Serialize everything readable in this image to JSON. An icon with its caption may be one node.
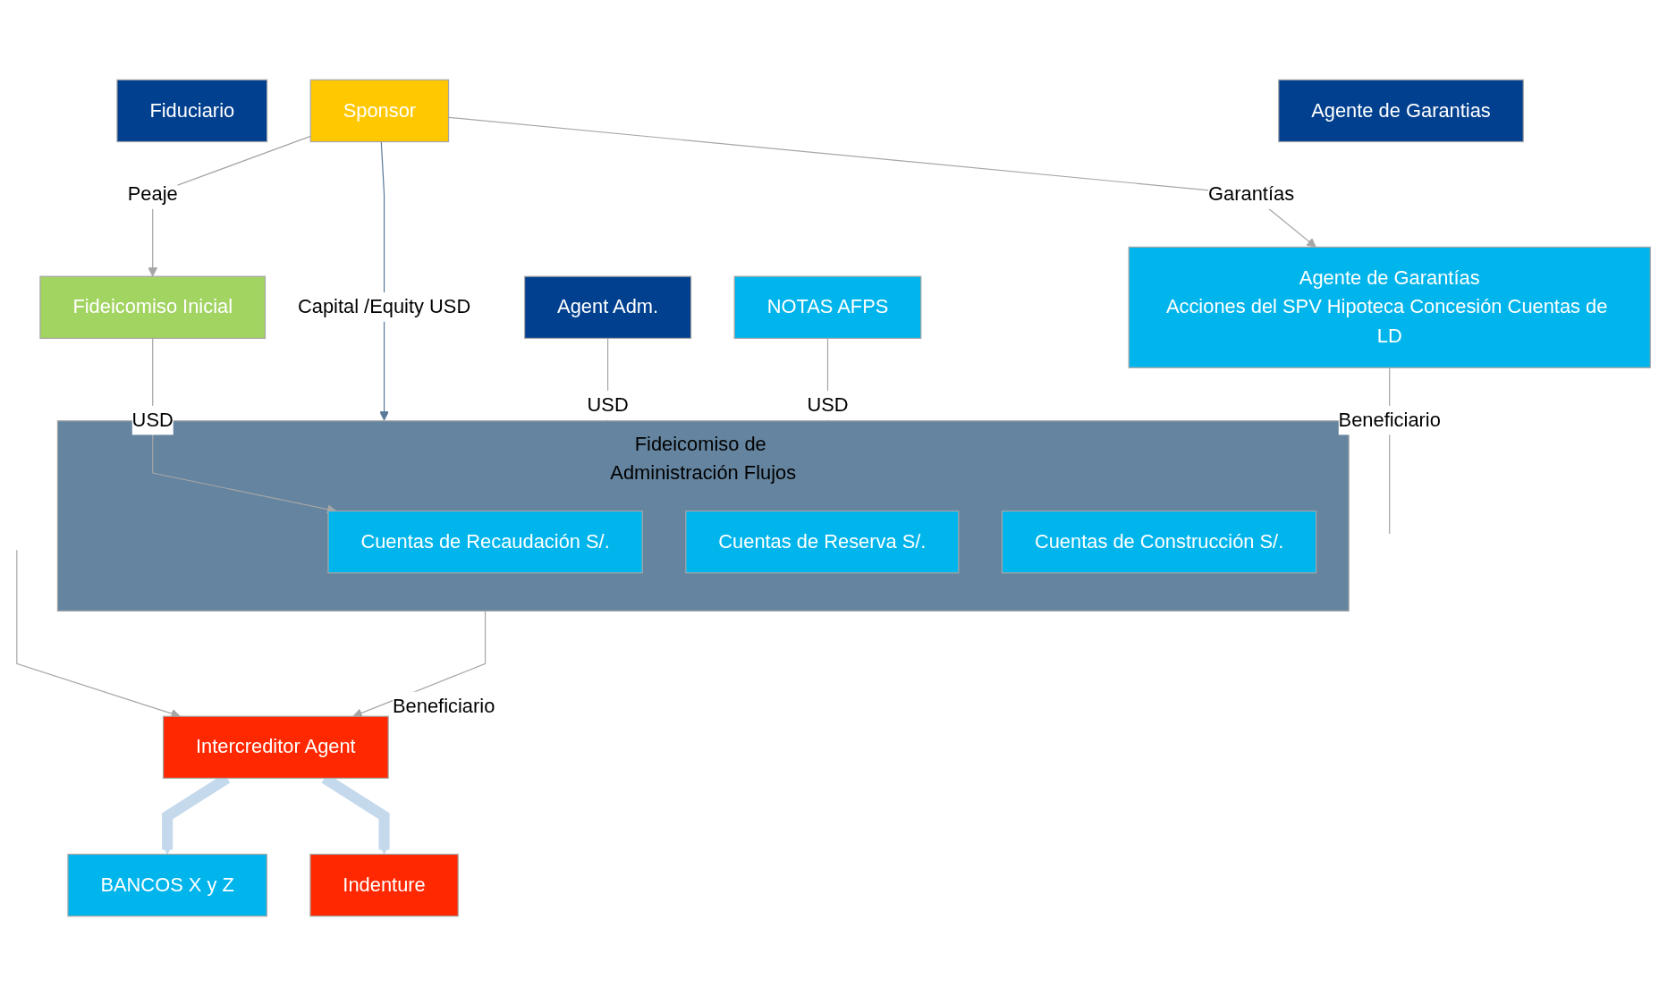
{
  "diagram": {
    "nodes": [
      {
        "text": [
          "Fideicomiso Inicial"
        ]
      },
      {
        "text": [
          "Fiduciario"
        ]
      },
      {
        "text": [
          "Agent Adm."
        ]
      },
      {
        "text": [
          "BANCOS X y Z"
        ]
      },
      {
        "text": [
          "Sponsor"
        ]
      },
      {
        "text": [
          "Fideicomiso de Administración Flujos"
        ]
      },
      {
        "text": [
          "Cuentas de Recaudación S/."
        ],
        "in": 5
      },
      {
        "text": [
          "Cuentas de Reserva S/."
        ],
        "in": 5
      },
      {
        "text": [
          "Cuentas de Construcción S/."
        ],
        "in": 5
      },
      {
        "text": [
          "Intercreditor Agent"
        ]
      },
      {
        "text": [
          "Indenture"
        ]
      },
      {
        "text": [
          "NOTAS AFPS"
        ]
      },
      {
        "text": [
          "Agente de Garantias"
        ]
      },
      {
        "text": [
          "Agente de Garantías",
          "Acciones del SPV Hipoteca Concesión Cuentas de LD"
        ]
      }
    ],
    "edges": [
      {
        "from": 4,
        "to": 0,
        "arrow": "to",
        "label": "Peaje"
      },
      {
        "from": 0,
        "to": 6,
        "arrow": "to",
        "label": "USD"
      },
      {
        "from": 4,
        "to": 5,
        "arrow": "to",
        "label": "Capital /Equity USD",
        "color": "#5a7a9a"
      },
      {
        "from": 2,
        "to": 5,
        "arrow": "to",
        "label": "USD"
      },
      {
        "from": 5,
        "to": 9,
        "arrow": "to",
        "label": "Beneficiario"
      },
      {
        "from": 9,
        "to": 3,
        "arrow": "to",
        "style": "thick",
        "color": "#c5d9ed"
      },
      {
        "from": 9,
        "to": 10,
        "arrow": "to",
        "style": "thick",
        "color": "#c5d9ed"
      },
      {
        "from": null,
        "to": 9,
        "arrow": "to"
      },
      {
        "from": 11,
        "to": 5,
        "arrow": "to",
        "label": "USD"
      },
      {
        "from": 4,
        "to": 13,
        "arrow": "to",
        "label": "Garantías"
      },
      {
        "from": 13,
        "to": null,
        "arrow": "none",
        "label": "Beneficiario"
      }
    ]
  }
}
